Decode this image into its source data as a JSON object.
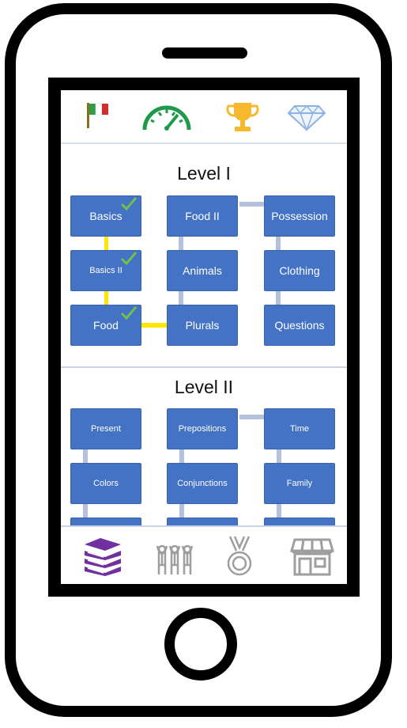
{
  "topbar": {
    "icons": [
      "italian-flag-icon",
      "speedometer-icon",
      "trophy-icon",
      "diamond-icon"
    ]
  },
  "levels": [
    {
      "title": "Level I",
      "nodes": [
        {
          "label": "Basics",
          "completed": true
        },
        {
          "label": "Basics II",
          "completed": true
        },
        {
          "label": "Food",
          "completed": true
        },
        {
          "label": "Food II",
          "completed": false
        },
        {
          "label": "Animals",
          "completed": false
        },
        {
          "label": "Plurals",
          "completed": false
        },
        {
          "label": "Possession",
          "completed": false
        },
        {
          "label": "Clothing",
          "completed": false
        },
        {
          "label": "Questions",
          "completed": false
        }
      ]
    },
    {
      "title": "Level II",
      "nodes": [
        {
          "label": "Present",
          "completed": false
        },
        {
          "label": "Colors",
          "completed": false
        },
        {
          "label": "Prepositions",
          "completed": false
        },
        {
          "label": "Conjunctions",
          "completed": false
        },
        {
          "label": "Time",
          "completed": false
        },
        {
          "label": "Family",
          "completed": false
        }
      ]
    }
  ],
  "bottomnav": {
    "icons": [
      "books-icon",
      "people-icon",
      "medal-icon",
      "shop-icon"
    ],
    "active": "books-icon"
  },
  "colors": {
    "node": "#4472c4",
    "completed_link": "#ffe600",
    "locked_link": "#b4c0dc",
    "check": "#6cc24a",
    "active_nav": "#7030a0",
    "inactive_nav": "#9e9e9e"
  }
}
